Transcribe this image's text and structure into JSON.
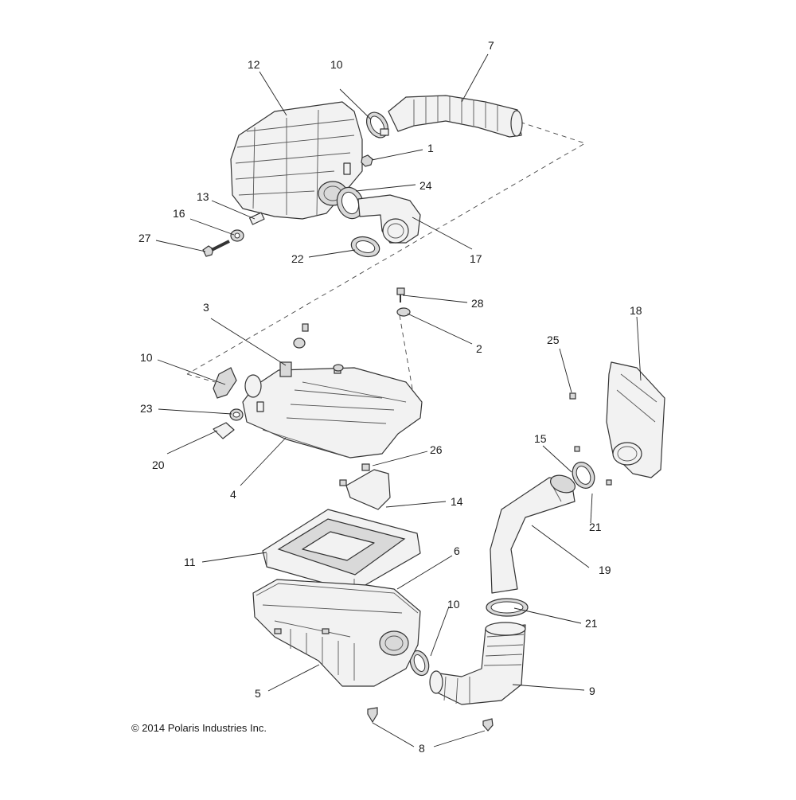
{
  "diagram": {
    "copyright": "© 2014 Polaris Industries Inc.",
    "callouts": [
      "12",
      "10",
      "7",
      "1",
      "24",
      "13",
      "16",
      "27",
      "22",
      "17",
      "28",
      "2",
      "3",
      "10",
      "23",
      "20",
      "4",
      "26",
      "14",
      "18",
      "25",
      "15",
      "21",
      "19",
      "11",
      "6",
      "10",
      "21",
      "5",
      "9",
      "8"
    ]
  }
}
